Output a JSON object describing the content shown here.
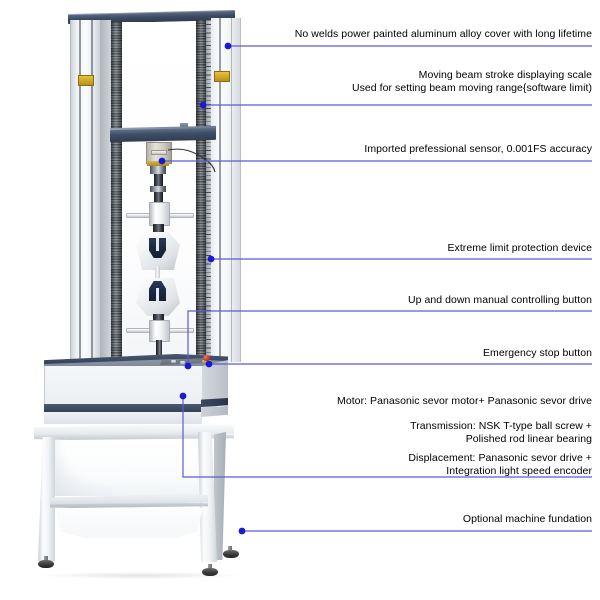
{
  "diagram": {
    "title": "Universal Testing Machine annotated overview",
    "accent_line_color": "#5b5bd6",
    "dot_color": "#1a1ad0",
    "text_color": "#000000",
    "machine_body_color": "#f2f4f6",
    "machine_trim_color": "#3a4760",
    "warning_label_color": "#d8b32e",
    "emergency_button_color": "#c0392b"
  },
  "callouts": [
    {
      "id": "cover",
      "name": "aluminum-alloy-cover",
      "text": "No welds power painted aluminum alloy cover with long lifetime"
    },
    {
      "id": "scale",
      "name": "beam-stroke-scale",
      "text": "Moving beam stroke displaying scale\nUsed for setting beam moving range{software limit)"
    },
    {
      "id": "sensor",
      "name": "imported-sensor",
      "text": "Imported prefessional sensor, 0.001FS accuracy"
    },
    {
      "id": "limit",
      "name": "extreme-limit-protection",
      "text": "Extreme limit protection device"
    },
    {
      "id": "manual",
      "name": "manual-control-button",
      "text": "Up and down manual controlling button"
    },
    {
      "id": "estop",
      "name": "emergency-stop-button",
      "text": "Emergency stop button"
    },
    {
      "id": "motor",
      "name": "motor-spec",
      "text": "Motor: Panasonic sevor motor+ Panasonic sevor drive"
    },
    {
      "id": "transmission",
      "name": "transmission-spec",
      "text": "Transmission: NSK T-type ball screw +\nPolished rod linear bearing"
    },
    {
      "id": "displacement",
      "name": "displacement-spec",
      "text": "Displacement: Panasonic sevor drive +\nIntegration light speed encoder"
    },
    {
      "id": "foundation",
      "name": "optional-machine-foundation",
      "text": "Optional  machine fundation"
    }
  ],
  "machine_parts": [
    {
      "name": "top-cap-beam",
      "label": "Top cap beam"
    },
    {
      "name": "left-column",
      "label": "Left column"
    },
    {
      "name": "right-column",
      "label": "Right column"
    },
    {
      "name": "stroke-scale-strip",
      "label": "Stroke scale strip"
    },
    {
      "name": "moving-crosshead",
      "label": "Moving crosshead beam"
    },
    {
      "name": "load-cell",
      "label": "Load cell sensor"
    },
    {
      "name": "upper-wedge-grip",
      "label": "Upper wedge grip"
    },
    {
      "name": "lower-wedge-grip",
      "label": "Lower wedge grip"
    },
    {
      "name": "base-cabinet",
      "label": "Base cabinet"
    },
    {
      "name": "emergency-stop-button",
      "label": "Emergency stop button"
    },
    {
      "name": "control-buttons",
      "label": "Up/down manual control buttons"
    },
    {
      "name": "machine-foundation-stand",
      "label": "Machine foundation stand"
    },
    {
      "name": "warning-label",
      "label": "Warning label"
    }
  ]
}
